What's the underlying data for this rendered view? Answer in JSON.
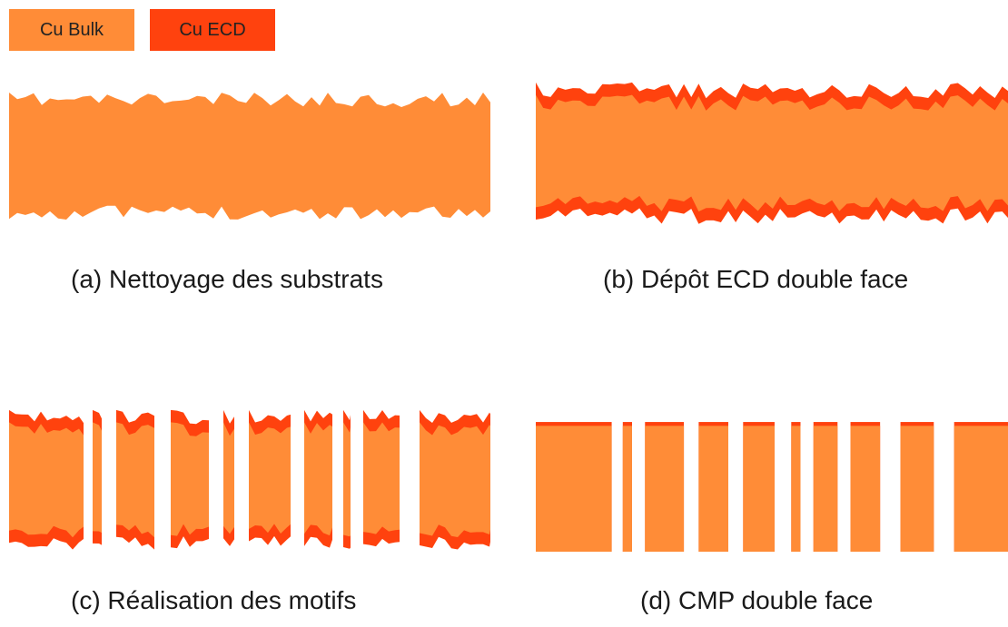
{
  "legend": {
    "bulk": {
      "label": "Cu Bulk",
      "color": "#FF8C37"
    },
    "ecd": {
      "label": "Cu ECD",
      "color": "#FF420E"
    }
  },
  "panels": {
    "a": {
      "caption": "(a) Nettoyage des substrats"
    },
    "b": {
      "caption": "(b) Dépôt ECD double face"
    },
    "c": {
      "caption": "(c) Réalisation des motifs"
    },
    "d": {
      "caption": "(d) CMP double face"
    }
  }
}
